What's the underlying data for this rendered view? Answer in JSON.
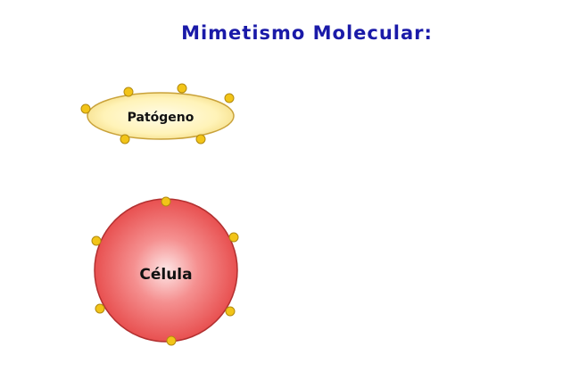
{
  "title": "Mimetismo Molecular:",
  "pathogen": {
    "label": "Patógeno"
  },
  "cell": {
    "label": "Célula"
  },
  "colors": {
    "title": "#1a1aa8",
    "pathogen_fill": "#fff3b8",
    "pathogen_stroke": "#c9a23a",
    "cell_fill": "#ef5b5b",
    "cell_stroke": "#b23030",
    "receptor": "#f2c418",
    "antibody": "#111111"
  },
  "icons": {
    "antibody": "antibody-icon",
    "receptor": "receptor-dot-icon"
  }
}
